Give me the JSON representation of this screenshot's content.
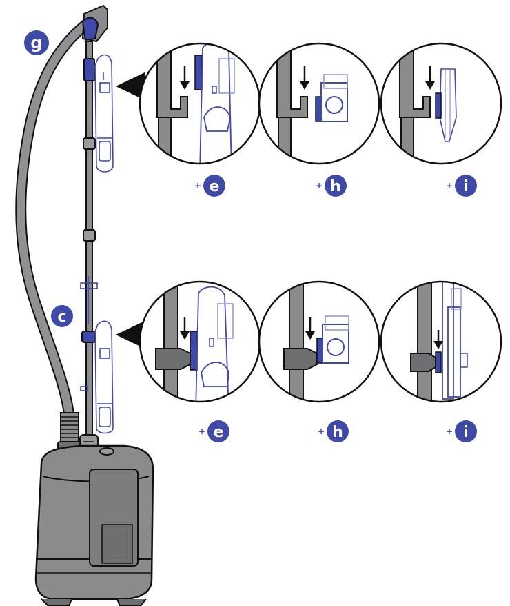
{
  "colors": {
    "accent": "#3f49a8",
    "accent_light": "#8c93d6",
    "body_gray": "#8a8b8d",
    "body_dark": "#555658",
    "outline": "#111111",
    "hose": "#909193"
  },
  "letters": {
    "g": "g",
    "c": "c"
  },
  "top_row": [
    {
      "badge": "e",
      "variant": "e"
    },
    {
      "badge": "h",
      "variant": "h"
    },
    {
      "badge": "i",
      "variant": "i"
    }
  ],
  "bottom_row": [
    {
      "badge": "e",
      "variant": "e"
    },
    {
      "badge": "h",
      "variant": "h"
    },
    {
      "badge": "i",
      "variant": "i"
    }
  ]
}
